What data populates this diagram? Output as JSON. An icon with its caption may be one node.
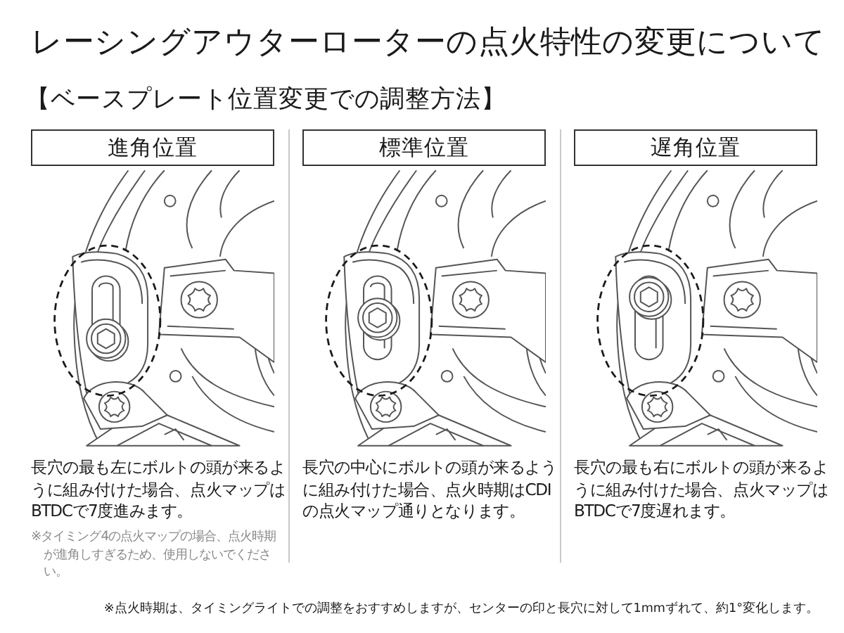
{
  "diagram": {
    "title": "レーシングアウターローターの点火特性の変更について",
    "nodes": [
      {
        "text": [
          "進角位置"
        ]
      },
      {
        "text": [
          "標準位置"
        ]
      },
      {
        "text": [
          "遅角位置"
        ]
      }
    ],
    "labels": [
      "【ベースプレート位置変更での調整方法】",
      "長穴の最も左にボルトの頭が来るように組み付けた場合、点火マップはBTDCで7度進みます。",
      "※タイミング4の点火マップの場合、点火時期が進角しすぎるため、使用しないでください。",
      "長穴の中心にボルトの頭が来るように組み付けた場合、点火時期はCDIの点火マップ通りとなります。",
      "長穴の最も右にボルトの頭が来るように組み付けた場合、点火マップはBTDCで7度遅れます。",
      "※点火時期は、タイミングライトでの調整をおすすめしますが、センターの印と長穴に対して1mmずれて、約1°変化します。"
    ]
  }
}
